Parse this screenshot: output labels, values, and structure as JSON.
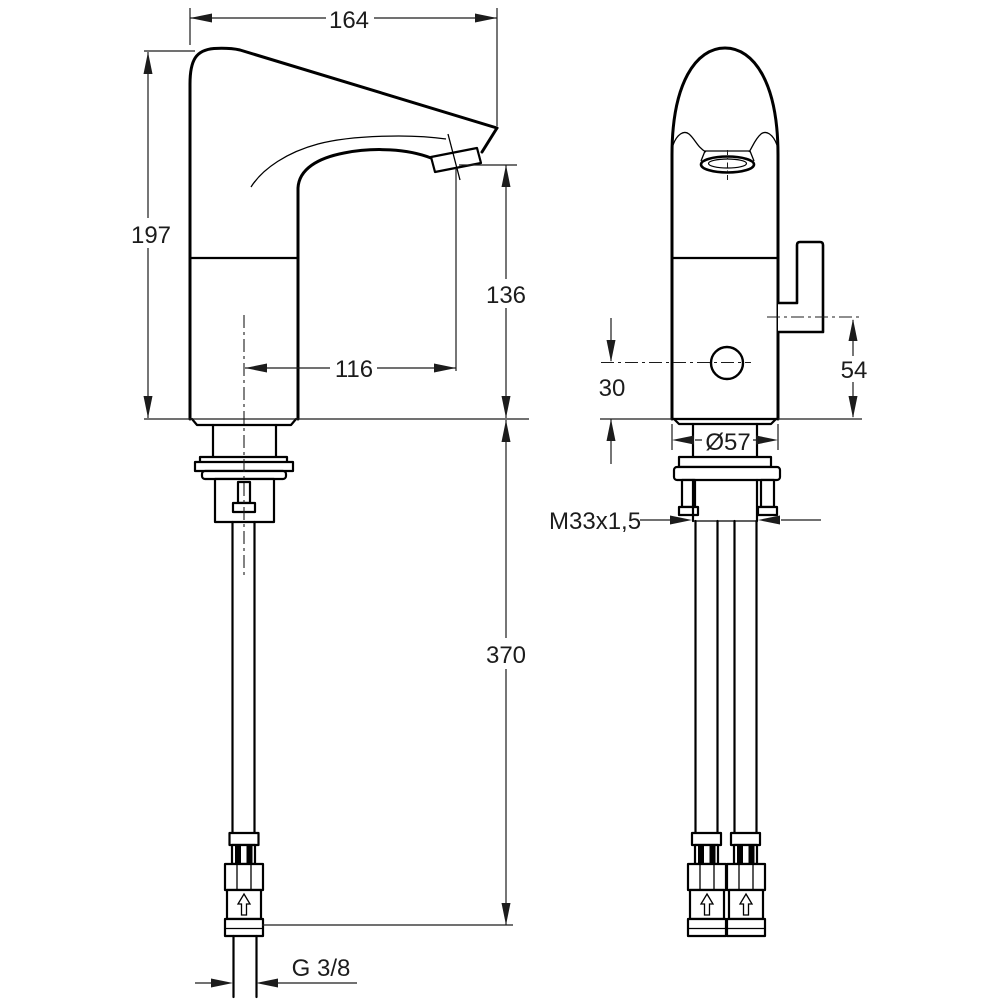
{
  "drawing": {
    "background": "#ffffff",
    "line_color": "#000000",
    "dimensions": {
      "spout_reach": "164",
      "total_height": "197",
      "outlet_height": "136",
      "spout_projection": "116",
      "hose_length": "370",
      "sensor_height": "30",
      "lever_height": "54",
      "body_diameter": "Ø57",
      "mounting_thread": "M33x1,5",
      "supply_connection": "G 3/8"
    }
  }
}
